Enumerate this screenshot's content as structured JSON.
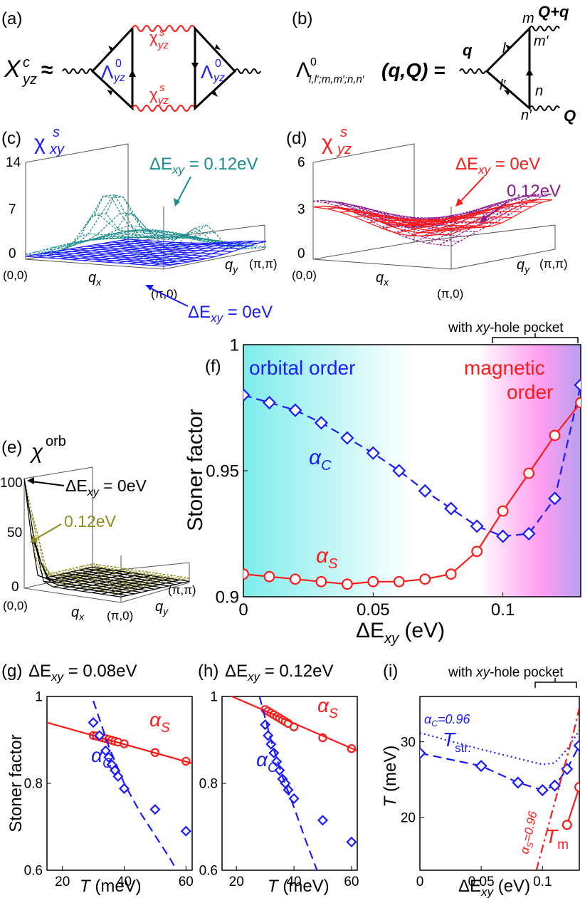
{
  "panels": {
    "a": {
      "label": "(a)",
      "lhs": "X",
      "lhs_sup": "c",
      "lhs_sub": "yz",
      "approx": "≈",
      "vertex": "Λ",
      "vertex_sup": "0",
      "vertex_sub": "yz",
      "chi": "χ",
      "chi_sup": "s",
      "chi_sub": "yz"
    },
    "b": {
      "label": "(b)",
      "lhs": "Λ",
      "lhs_sup": "0",
      "lhs_sub": "l,l′;m,m′;n,n′",
      "args": "(q,Q) =",
      "q": "q",
      "Q": "Q",
      "Qq": "Q+q",
      "l": "l",
      "lp": "l′",
      "m": "m",
      "mp": "m′",
      "n": "n",
      "np": "n′"
    },
    "c": {
      "label": "(c)",
      "chi": "χ",
      "chi_sup": "s",
      "chi_sub": "xy",
      "zticks": [
        "14",
        "7",
        "0"
      ],
      "corner00": "(0,0)",
      "cornerPi0": "(π,0)",
      "cornerPiPi": "(π,π)",
      "qx": "q",
      "qx_sub": "x",
      "qy": "q",
      "qy_sub": "y",
      "annot_top": "ΔE",
      "annot_top_sub": "xy",
      "annot_top_val": " = 0.12eV",
      "annot_bot": "ΔE",
      "annot_bot_sub": "xy",
      "annot_bot_val": " = 0eV"
    },
    "d": {
      "label": "(d)",
      "chi": "χ",
      "chi_sup": "s",
      "chi_sub": "yz",
      "zticks": [
        "6",
        "3",
        "0"
      ],
      "corner00": "(0,0)",
      "cornerPi0": "(π,0)",
      "cornerPiPi": "(π,π)",
      "qx": "q",
      "qx_sub": "x",
      "qy": "q",
      "qy_sub": "y",
      "annot_1": "ΔE",
      "annot_1_sub": "xy",
      "annot_1_val": " = 0eV",
      "annot_2": "0.12eV"
    },
    "e": {
      "label": "(e)",
      "chi": "χ",
      "chi_sup": "orb",
      "zticks": [
        "100",
        "50",
        "0"
      ],
      "corner00": "(0,0)",
      "cornerPi0": "(π,0)",
      "cornerPiPi": "(π,π)",
      "qx": "q",
      "qx_sub": "x",
      "qy": "q",
      "qy_sub": "y",
      "annot_1": "ΔE",
      "annot_1_sub": "xy",
      "annot_1_val": " = 0eV",
      "annot_2": "0.12eV"
    },
    "f": {
      "label": "(f)",
      "bracket_text_pre": "with ",
      "bracket_text_it": "xy",
      "bracket_text_post": "-hole pocket",
      "region_left": "orbital order",
      "region_right_1": "magnetic",
      "region_right_2": "order",
      "alphaC": "α",
      "alphaC_sub": "C",
      "alphaS": "α",
      "alphaS_sub": "S",
      "ylabel": "Stoner factor",
      "xlabel": "ΔE",
      "xlabel_sub": "xy",
      "xlabel_unit": " (eV)"
    },
    "g": {
      "label": "(g)",
      "title": "ΔE",
      "title_sub": "xy",
      "title_val": " = 0.08eV",
      "ylabel": "Stoner factor",
      "xlabel": "T",
      "xlabel_unit": " (meV)",
      "alphaS": "α",
      "alphaS_sub": "S",
      "alphaC": "α",
      "alphaC_sub": "C"
    },
    "h": {
      "label": "(h)",
      "title": "ΔE",
      "title_sub": "xy",
      "title_val": " = 0.12eV",
      "xlabel": "T",
      "xlabel_unit": " (meV)",
      "alphaS": "α",
      "alphaS_sub": "S",
      "alphaC": "α",
      "alphaC_sub": "C"
    },
    "i": {
      "label": "(i)",
      "bracket_text_pre": "with ",
      "bracket_text_it": "xy",
      "bracket_text_post": "-hole pocket",
      "ylabel": "T",
      "ylabel_unit": " (meV)",
      "xlabel": "ΔE",
      "xlabel_sub": "xy",
      "xlabel_unit": " (eV)",
      "alphaC_line": "α",
      "alphaC_line_sub": "C",
      "alphaC_line_val": "=0.96",
      "alphaS_line": "α",
      "alphaS_line_sub": "S",
      "alphaS_line_val": "=0.96",
      "Tstr": "T",
      "Tstr_sub": "str.",
      "Tm": "T",
      "Tm_sub": "m"
    }
  },
  "colors": {
    "blue": "#1a1aff",
    "red": "#ff1a1a",
    "teal": "#1a8c8c",
    "purple": "#8c1a8c",
    "olive": "#8c8c1a",
    "cyan_bg": "#7fecec",
    "magenta_bg": "#ff9ef0",
    "violet_bg": "#b8a0f0"
  },
  "chart_data": [
    {
      "panel": "f",
      "type": "line",
      "xlim": [
        0,
        0.13
      ],
      "ylim": [
        0.9,
        1.0
      ],
      "xticks": [
        "0",
        "0.05",
        "0.1"
      ],
      "xtick_values": [
        0,
        0.05,
        0.1
      ],
      "yticks": [
        "0.9",
        "0.95",
        "1"
      ],
      "ytick_values": [
        0.9,
        0.95,
        1.0
      ],
      "series": [
        {
          "name": "αC",
          "style": "dashed-diamond",
          "x": [
            0,
            0.01,
            0.02,
            0.03,
            0.04,
            0.05,
            0.06,
            0.07,
            0.08,
            0.09,
            0.1,
            0.11,
            0.12,
            0.13
          ],
          "y": [
            0.98,
            0.977,
            0.974,
            0.969,
            0.963,
            0.957,
            0.95,
            0.942,
            0.935,
            0.928,
            0.924,
            0.925,
            0.939,
            0.984
          ]
        },
        {
          "name": "αS",
          "style": "solid-circle",
          "x": [
            0,
            0.01,
            0.02,
            0.03,
            0.04,
            0.05,
            0.06,
            0.07,
            0.08,
            0.09,
            0.1,
            0.11,
            0.12,
            0.13
          ],
          "y": [
            0.909,
            0.908,
            0.907,
            0.906,
            0.905,
            0.906,
            0.906,
            0.907,
            0.909,
            0.918,
            0.934,
            0.949,
            0.964,
            0.977
          ]
        }
      ]
    },
    {
      "panel": "g",
      "type": "scatter",
      "xlim": [
        15,
        62
      ],
      "ylim": [
        0.6,
        1.0
      ],
      "xticks": [
        "20",
        "40",
        "60"
      ],
      "xtick_values": [
        20,
        40,
        60
      ],
      "yticks": [
        "0.6",
        "0.8",
        "1"
      ],
      "ytick_values": [
        0.6,
        0.8,
        1.0
      ],
      "series": [
        {
          "name": "αS",
          "style": "circle",
          "x": [
            30,
            31,
            32,
            33,
            34,
            35,
            36,
            37,
            38,
            40,
            50,
            60
          ],
          "y": [
            0.91,
            0.909,
            0.907,
            0.905,
            0.903,
            0.901,
            0.899,
            0.897,
            0.895,
            0.891,
            0.871,
            0.851
          ]
        },
        {
          "name": "αS fit",
          "style": "solid-line",
          "x": [
            15,
            62
          ],
          "y": [
            0.94,
            0.846
          ]
        },
        {
          "name": "αC",
          "style": "diamond",
          "x": [
            30,
            32,
            34,
            35,
            36,
            37,
            38,
            40,
            50,
            60
          ],
          "y": [
            0.94,
            0.91,
            0.875,
            0.86,
            0.843,
            0.83,
            0.816,
            0.788,
            0.74,
            0.69
          ]
        },
        {
          "name": "αC fit",
          "style": "dashed-line",
          "x": [
            30,
            35,
            40,
            45,
            50,
            55,
            57
          ],
          "y": [
            0.99,
            0.885,
            0.8,
            0.735,
            0.68,
            0.625,
            0.6
          ]
        }
      ]
    },
    {
      "panel": "h",
      "type": "scatter",
      "xlim": [
        15,
        62
      ],
      "ylim": [
        0.6,
        1.0
      ],
      "xticks": [
        "20",
        "40",
        "60"
      ],
      "xtick_values": [
        20,
        40,
        60
      ],
      "yticks": [
        "0.6",
        "0.8",
        "1"
      ],
      "ytick_values": [
        0.6,
        0.8,
        1.0
      ],
      "series": [
        {
          "name": "αS",
          "style": "circle",
          "x": [
            30,
            31,
            32,
            33,
            34,
            35,
            36,
            37,
            38,
            40,
            50,
            60
          ],
          "y": [
            0.97,
            0.966,
            0.962,
            0.958,
            0.954,
            0.95,
            0.946,
            0.942,
            0.938,
            0.93,
            0.905,
            0.88
          ]
        },
        {
          "name": "αS fit",
          "style": "solid-line",
          "x": [
            15,
            62
          ],
          "y": [
            1.01,
            0.875
          ]
        },
        {
          "name": "αC",
          "style": "diamond",
          "x": [
            30,
            31,
            32,
            33,
            34,
            35,
            36,
            37,
            38,
            40,
            50,
            60
          ],
          "y": [
            0.935,
            0.91,
            0.89,
            0.87,
            0.85,
            0.83,
            0.81,
            0.8,
            0.785,
            0.765,
            0.715,
            0.665
          ]
        },
        {
          "name": "αC fit",
          "style": "dashed-line",
          "x": [
            28,
            32,
            36,
            40,
            44,
            48
          ],
          "y": [
            1.0,
            0.9,
            0.815,
            0.745,
            0.67,
            0.6
          ]
        }
      ]
    },
    {
      "panel": "i",
      "type": "line",
      "xlim": [
        0,
        0.13
      ],
      "ylim": [
        13,
        36
      ],
      "xticks": [
        "0",
        "0.05",
        "0.1"
      ],
      "xtick_values": [
        0,
        0.05,
        0.1
      ],
      "yticks": [
        "20",
        "30"
      ],
      "ytick_values": [
        20,
        30
      ],
      "series": [
        {
          "name": "Tstr.",
          "style": "dashed-diamond",
          "x": [
            0,
            0.05,
            0.08,
            0.1,
            0.11,
            0.12,
            0.13
          ],
          "y": [
            28.5,
            26.8,
            24.6,
            23.6,
            24.2,
            26.4,
            29.5
          ]
        },
        {
          "name": "αC=0.96",
          "style": "dotted-line",
          "x": [
            0,
            0.02,
            0.05,
            0.08,
            0.1,
            0.11,
            0.12,
            0.13
          ],
          "y": [
            31.2,
            30.3,
            29.0,
            27.8,
            27.0,
            27.2,
            29.0,
            31.5
          ]
        },
        {
          "name": "Tm",
          "style": "solid-circle",
          "x": [
            0.12,
            0.13
          ],
          "y": [
            19.0,
            24.0
          ]
        },
        {
          "name": "αS=0.96",
          "style": "dashdot-line",
          "x": [
            0.095,
            0.105,
            0.115,
            0.125,
            0.13
          ],
          "y": [
            13,
            19,
            25,
            31,
            34.5
          ]
        }
      ]
    }
  ]
}
